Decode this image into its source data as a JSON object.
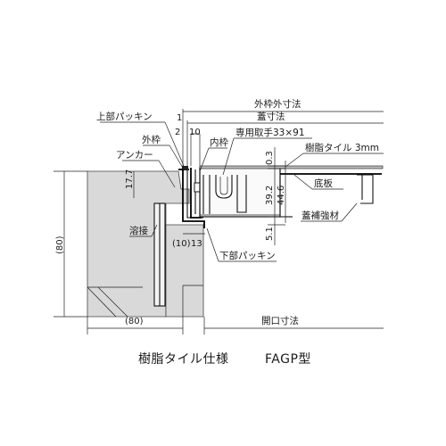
{
  "labels": {
    "outer_frame_outer_dim": "外枠外寸法",
    "lid_dim": "蓋寸法",
    "upper_packing": "上部パッキン",
    "outer_frame": "外枠",
    "inner_frame": "内枠",
    "dedicated_handle": "専用取手33×91",
    "resin_tile": "樹脂タイル 3mm",
    "anchor": "アンカー",
    "bottom_plate": "底板",
    "lid_reinforcement": "蓋補強材",
    "welding": "溶接",
    "lower_packing": "下部パッキン",
    "opening_dim": "開口寸法"
  },
  "dimensions": {
    "d1": "1",
    "d2": "2",
    "d10_top": "10",
    "d0_3": "0.3",
    "d39_2": "39.2",
    "d44_6": "44.6",
    "d5_1": "5.1",
    "d17_7": "17.7",
    "d80_left": "(80)",
    "d80_bottom": "(80)",
    "d10_low": "(10)",
    "d13": "13"
  },
  "caption": {
    "title": "樹脂タイル仕様",
    "model": "FAGP型"
  }
}
